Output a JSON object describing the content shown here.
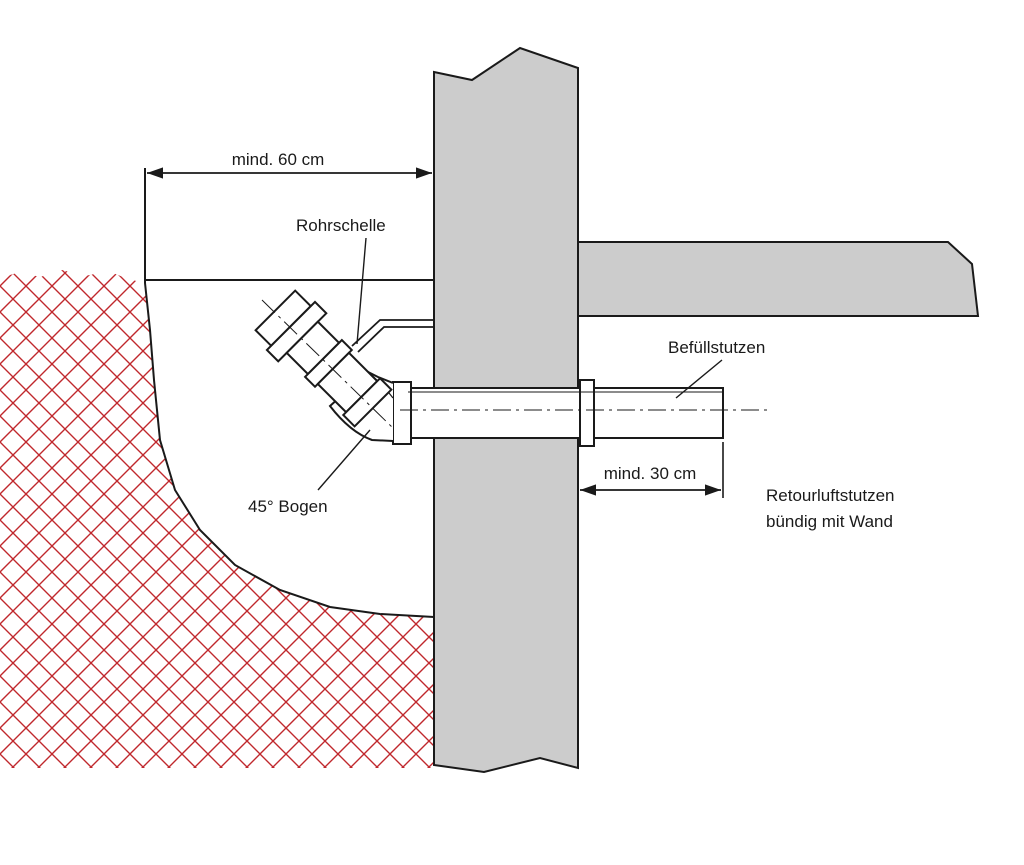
{
  "labels": {
    "dim_60": "mind. 60 cm",
    "rohrschelle": "Rohrschelle",
    "befuellstutzen": "Befüllstutzen",
    "bogen": "45° Bogen",
    "dim_30": "mind. 30 cm",
    "retour_line1": "Retourluftstutzen",
    "retour_line2": "bündig mit Wand"
  },
  "colors": {
    "wall_fill": "#cccccc",
    "hatch": "#c0282d",
    "line": "#1a1a1a",
    "background": "#ffffff"
  }
}
